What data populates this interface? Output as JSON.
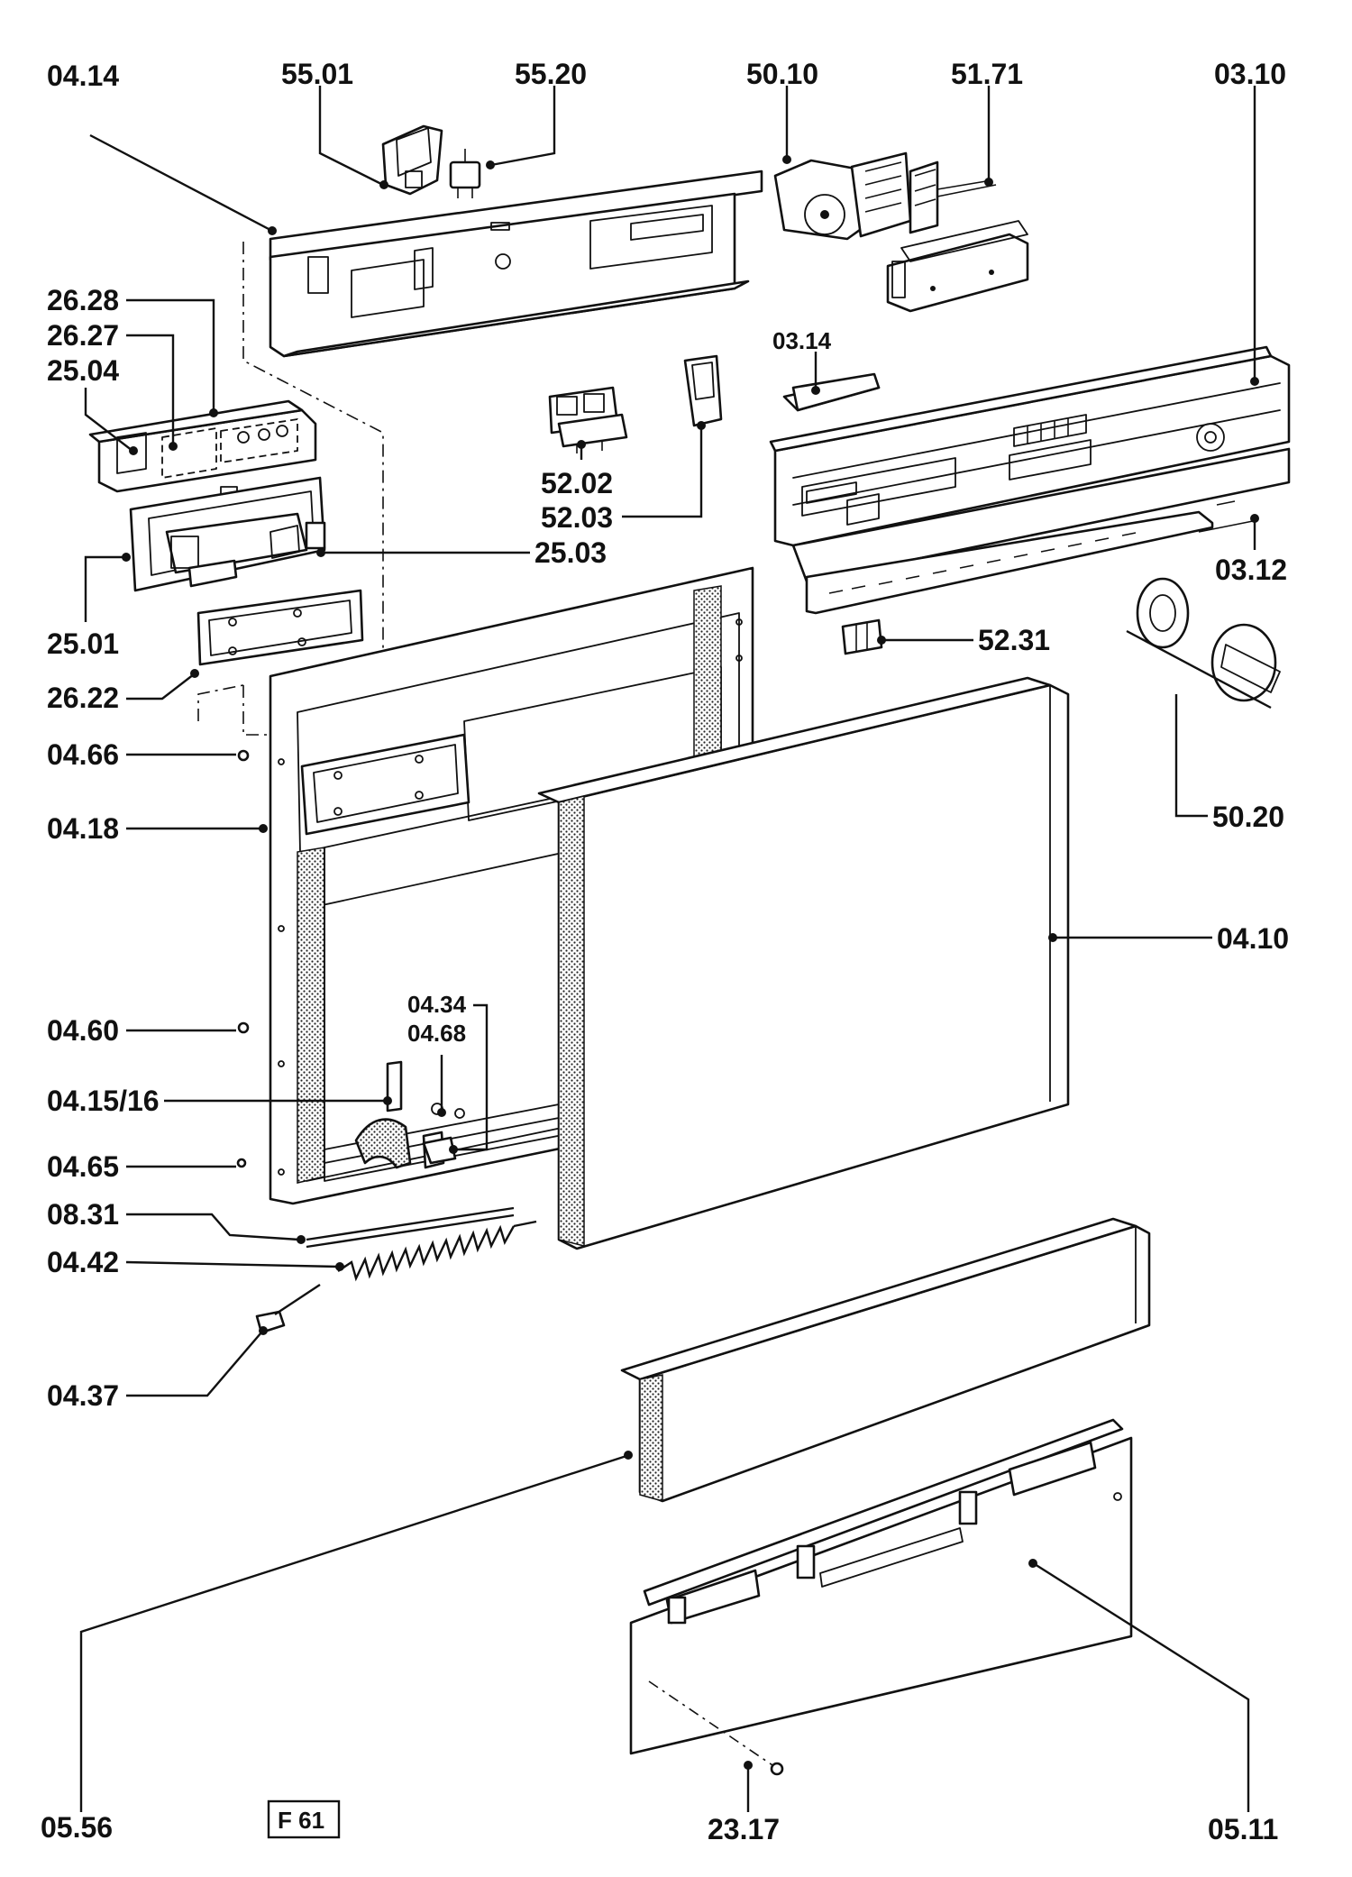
{
  "figure_code": "F 61",
  "labels": [
    {
      "id": "04.14",
      "text": "04.14"
    },
    {
      "id": "55.01",
      "text": "55.01"
    },
    {
      "id": "55.20",
      "text": "55.20"
    },
    {
      "id": "50.10",
      "text": "50.10"
    },
    {
      "id": "51.71",
      "text": "51.71"
    },
    {
      "id": "03.10",
      "text": "03.10"
    },
    {
      "id": "26.28",
      "text": "26.28"
    },
    {
      "id": "26.27",
      "text": "26.27"
    },
    {
      "id": "25.04",
      "text": "25.04"
    },
    {
      "id": "03.14",
      "text": "03.14"
    },
    {
      "id": "52.02",
      "text": "52.02"
    },
    {
      "id": "52.03",
      "text": "52.03"
    },
    {
      "id": "25.03",
      "text": "25.03"
    },
    {
      "id": "03.12",
      "text": "03.12"
    },
    {
      "id": "25.01",
      "text": "25.01"
    },
    {
      "id": "52.31",
      "text": "52.31"
    },
    {
      "id": "26.22",
      "text": "26.22"
    },
    {
      "id": "04.66",
      "text": "04.66"
    },
    {
      "id": "50.20",
      "text": "50.20"
    },
    {
      "id": "04.18",
      "text": "04.18"
    },
    {
      "id": "04.10",
      "text": "04.10"
    },
    {
      "id": "04.34",
      "text": "04.34"
    },
    {
      "id": "04.68",
      "text": "04.68"
    },
    {
      "id": "04.60",
      "text": "04.60"
    },
    {
      "id": "04.15/16",
      "text": "04.15/16"
    },
    {
      "id": "04.65",
      "text": "04.65"
    },
    {
      "id": "08.31",
      "text": "08.31"
    },
    {
      "id": "04.42",
      "text": "04.42"
    },
    {
      "id": "04.37",
      "text": "04.37"
    },
    {
      "id": "05.56",
      "text": "05.56"
    },
    {
      "id": "23.17",
      "text": "23.17"
    },
    {
      "id": "05.11",
      "text": "05.11"
    }
  ]
}
